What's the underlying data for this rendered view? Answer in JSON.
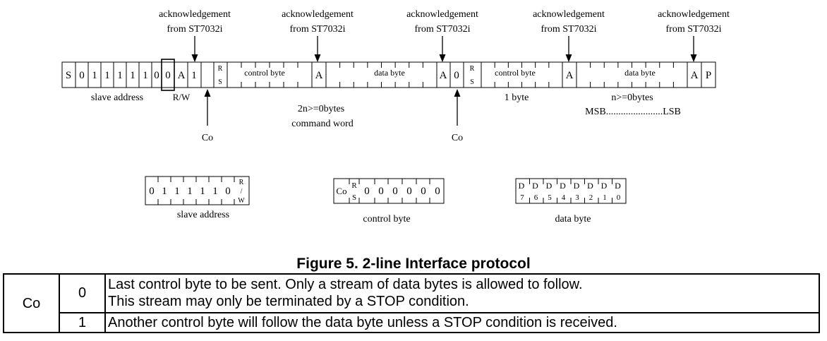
{
  "diagram": {
    "ack_label_line1": "acknowledgement",
    "ack_label_line2": "from ST7032i",
    "sequence_cells": [
      "S",
      "0",
      "1",
      "1",
      "1",
      "1",
      "1",
      "0",
      "0",
      "A",
      "1",
      "",
      "control byte",
      "A",
      "data byte",
      "A",
      "0",
      "",
      "control byte",
      "A",
      "data byte",
      "A",
      "P"
    ],
    "rs_top": "R",
    "rs_bottom": "S",
    "labels": {
      "slave_address": "slave address",
      "rw": "R/W",
      "co": "Co",
      "command_count": "2n>=0bytes",
      "command_word": "command word",
      "one_byte": "1 byte",
      "data_count": "n>=0bytes",
      "msb_lsb": "MSB.......................LSB"
    },
    "slave_address_box": {
      "bits": [
        "0",
        "1",
        "1",
        "1",
        "1",
        "1",
        "0"
      ],
      "rw_bit": [
        "R",
        "/",
        "W"
      ],
      "label": "slave address"
    },
    "control_byte_box": {
      "co": "Co",
      "rs": [
        "R",
        "S"
      ],
      "bits": [
        "0",
        "0",
        "0",
        "0",
        "0",
        "0"
      ],
      "label": "control byte"
    },
    "data_byte_box": {
      "bits_top": [
        "D",
        "D",
        "D",
        "D",
        "D",
        "D",
        "D",
        "D"
      ],
      "bits_bottom": [
        "7",
        "6",
        "5",
        "4",
        "3",
        "2",
        "1",
        "0"
      ],
      "label": "data byte"
    }
  },
  "caption": "Figure 5.  2-line Interface protocol",
  "co_table": {
    "name": "Co",
    "rows": [
      {
        "value": "0",
        "desc_lines": [
          "Last control byte to be sent. Only a stream of data bytes is allowed to follow.",
          "This stream may only be terminated by a STOP condition."
        ]
      },
      {
        "value": "1",
        "desc_lines": [
          "Another control byte will follow the data byte unless a STOP condition is received."
        ]
      }
    ]
  }
}
